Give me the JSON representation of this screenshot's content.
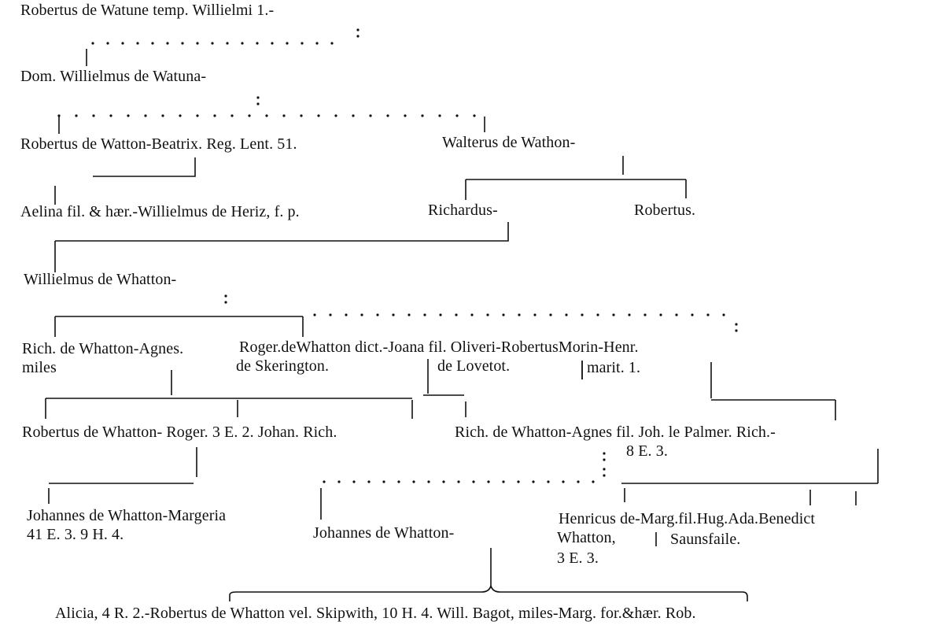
{
  "genealogy": {
    "g1": {
      "robertus_temp": "Robertus de Watune temp. Willielmi 1.-"
    },
    "g2": {
      "dom_willielmus": "Dom. Willielmus de Watuna-"
    },
    "g3": {
      "robertus_watton": "Robertus de Watton-Beatrix. Reg. Lent. 51.",
      "walterus": "Walterus de Wathon-"
    },
    "g4": {
      "aelina": "Aelina fil. & hær.-Willielmus de Heriz, f. p.",
      "richardus": "Richardus-",
      "robertus_walteri": "Robertus."
    },
    "g5": {
      "willielmus_whatton": "Willielmus de Whatton-"
    },
    "g6": {
      "rich_whatton": "Rich. de Whatton-Agnes.",
      "miles": "miles",
      "roger_whatton": "Roger.deWhatton dict.-Joana fil. Oliveri-RobertusMorin-Henr.",
      "de_skerington": "de Skerington.",
      "de_lovetot": "de Lovetot.",
      "marit": "marit. 1."
    },
    "g7": {
      "robertus_de_whatton": "Robertus de Whatton- Roger. 3 E. 2. Johan. Rich.",
      "rich_de_whatton": "Rich. de Whatton-Agnes fil. Joh. le Palmer. Rich.-",
      "eight_e3": "8 E. 3."
    },
    "g8": {
      "johannes_margeria": "Johannes de Whatton-Margeria",
      "dates_41": "41 E. 3. 9 H. 4.",
      "johannes_de_whatton": "Johannes de Whatton-",
      "henricus": "Henricus de-Marg.fil.Hug.Ada.Benedict",
      "whatton_comma": "Whatton,",
      "saunsfaile": "Saunsfaile.",
      "three_e3": "3 E. 3."
    },
    "g9": {
      "alicia_line": "Alicia, 4 R. 2.-Robertus de Whatton vel. Skipwith, 10 H. 4. Will. Bagot, miles-Marg. for.&hær. Rob."
    }
  }
}
